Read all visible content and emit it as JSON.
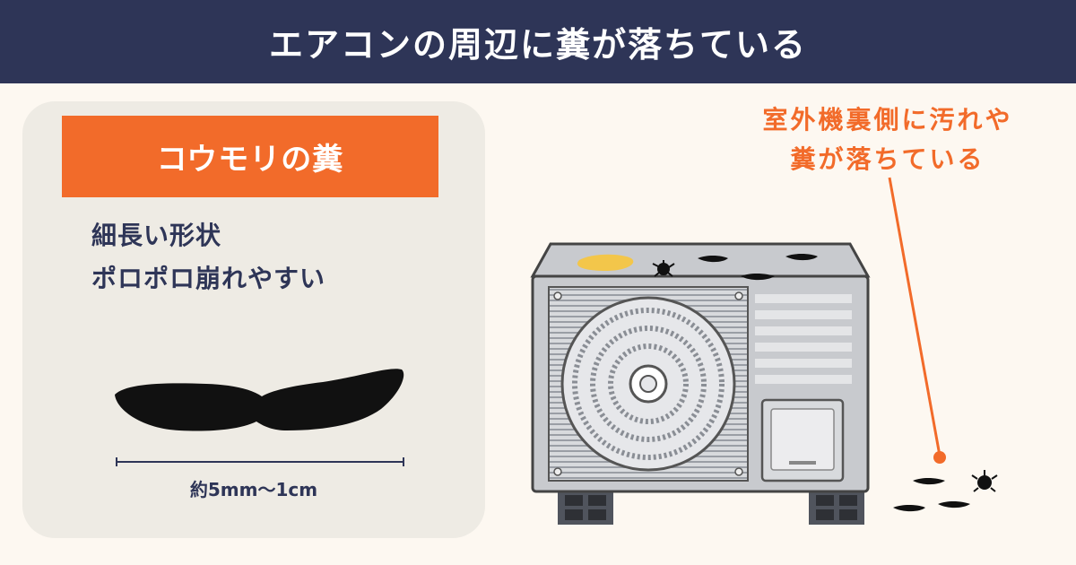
{
  "header": {
    "title": "エアコンの周辺に糞が落ちている"
  },
  "card": {
    "label": "コウモリの糞",
    "features": [
      "細長い形状",
      "ポロポロ崩れやすい"
    ],
    "scale_label": "約5mm〜1cm"
  },
  "callout": {
    "line1": "室外機裏側に汚れや",
    "line2": "糞が落ちている"
  },
  "colors": {
    "header_bg": "#2e3557",
    "accent": "#f26b2a",
    "card_bg": "#eeebe4",
    "page_bg": "#fdf8f1",
    "text_dark": "#2e3557",
    "dropping": "#111111",
    "stain": "#f3c64a"
  },
  "icons": [
    "bat-dropping-icon",
    "air-conditioner-outdoor-unit-icon",
    "stain-icon"
  ]
}
